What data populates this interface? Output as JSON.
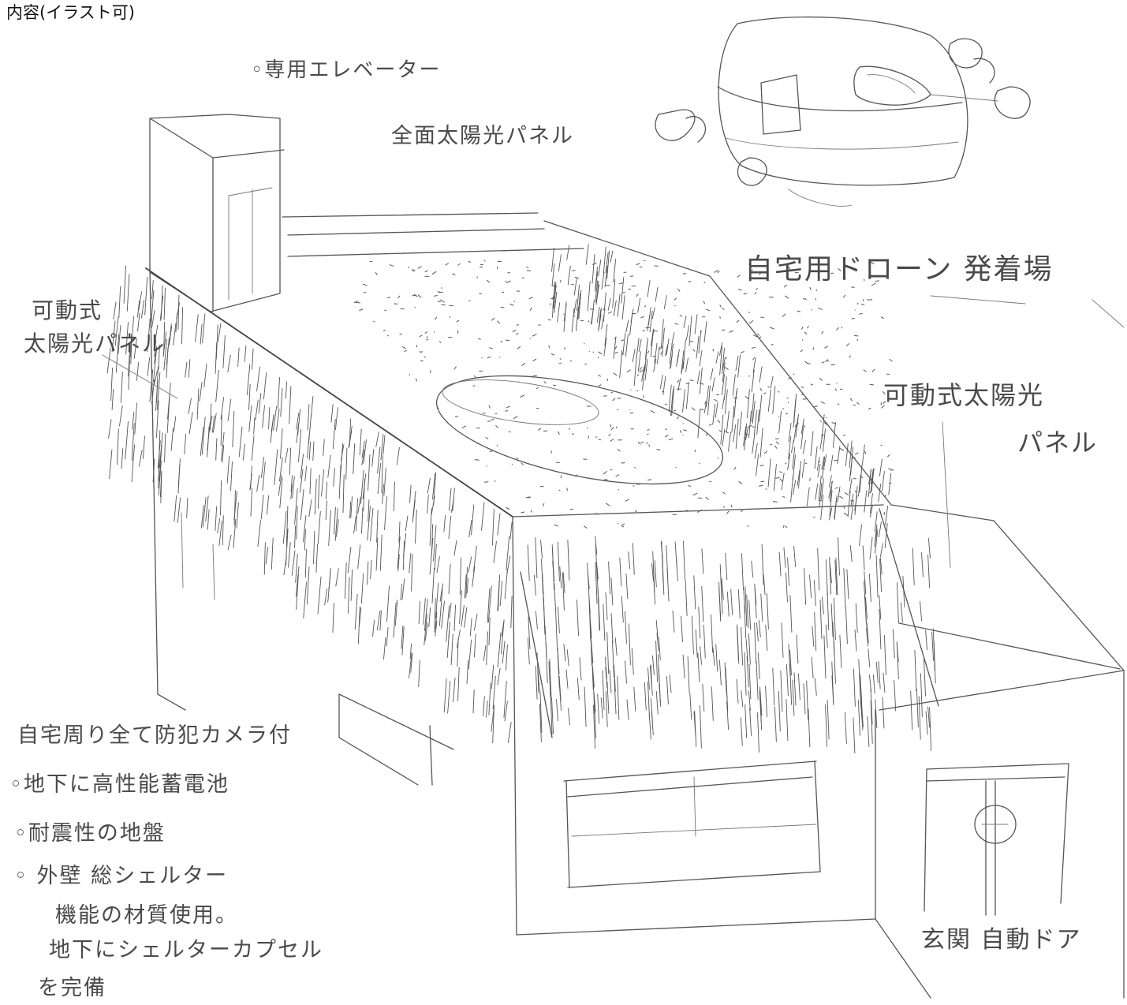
{
  "header": "内容(イラスト可)",
  "labels": {
    "elevator": "◦専用エレベーター",
    "full_solar": "全面太陽光パネル",
    "drone_port": "自宅用ドローン 発着場",
    "movable_left_1": "可動式",
    "movable_left_2": "太陽光パネル",
    "movable_right_1": "可動式太陽光",
    "movable_right_2": "パネル",
    "entrance": "玄関 自動ドア"
  },
  "notes": [
    "自宅周り全て防犯カメラ付",
    "◦地下に高性能蓄電池",
    "◦耐震性の地盤",
    "◦ 外壁 総シェルター",
    "機能の材質使用。",
    "地下にシェルターカプセル",
    "を完備"
  ]
}
